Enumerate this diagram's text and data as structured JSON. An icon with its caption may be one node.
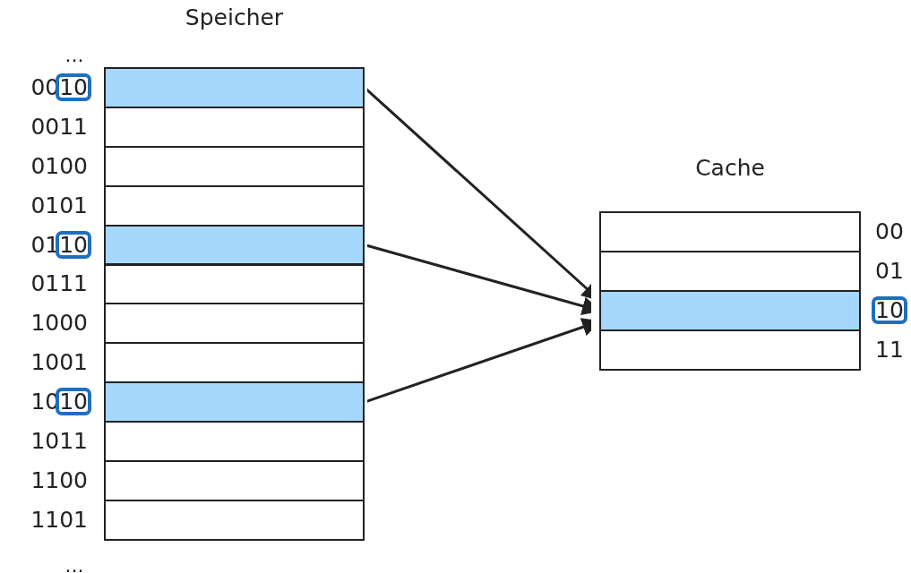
{
  "diagram": {
    "nodes": [
      {
        "text": [
          "Speicher"
        ]
      },
      {
        "text": [],
        "shape": "box",
        "in": 0,
        "beside": [
          "0010"
        ]
      },
      {
        "text": [],
        "shape": "box",
        "in": 0,
        "beside": [
          "0011"
        ]
      },
      {
        "text": [],
        "shape": "box",
        "in": 0,
        "beside": [
          "0100"
        ]
      },
      {
        "text": [],
        "shape": "box",
        "in": 0,
        "beside": [
          "0101"
        ]
      },
      {
        "text": [],
        "shape": "box",
        "in": 0,
        "beside": [
          "0110"
        ]
      },
      {
        "text": [],
        "shape": "box",
        "in": 0,
        "beside": [
          "0111"
        ]
      },
      {
        "text": [],
        "shape": "box",
        "in": 0,
        "beside": [
          "1000"
        ]
      },
      {
        "text": [],
        "shape": "box",
        "in": 0,
        "beside": [
          "1001"
        ]
      },
      {
        "text": [],
        "shape": "box",
        "in": 0,
        "beside": [
          "1010"
        ]
      },
      {
        "text": [],
        "shape": "box",
        "in": 0,
        "beside": [
          "1011"
        ]
      },
      {
        "text": [],
        "shape": "box",
        "in": 0,
        "beside": [
          "1100"
        ]
      },
      {
        "text": [],
        "shape": "box",
        "in": 0,
        "beside": [
          "1101"
        ]
      },
      {
        "text": [
          "Cache"
        ]
      },
      {
        "text": [],
        "shape": "box",
        "in": 13,
        "beside": [
          "00"
        ]
      },
      {
        "text": [],
        "shape": "box",
        "in": 13,
        "beside": [
          "01"
        ]
      },
      {
        "text": [],
        "shape": "box",
        "in": 13,
        "beside": [
          "10"
        ]
      },
      {
        "text": [],
        "shape": "box",
        "in": 13,
        "beside": [
          "11"
        ]
      }
    ],
    "edges": [
      {
        "from": 1,
        "to": 16,
        "arrow": "to"
      },
      {
        "from": 5,
        "to": 16,
        "arrow": "to"
      },
      {
        "from": 9,
        "to": 16,
        "arrow": "to"
      }
    ],
    "labels": [
      "...",
      "..."
    ]
  }
}
